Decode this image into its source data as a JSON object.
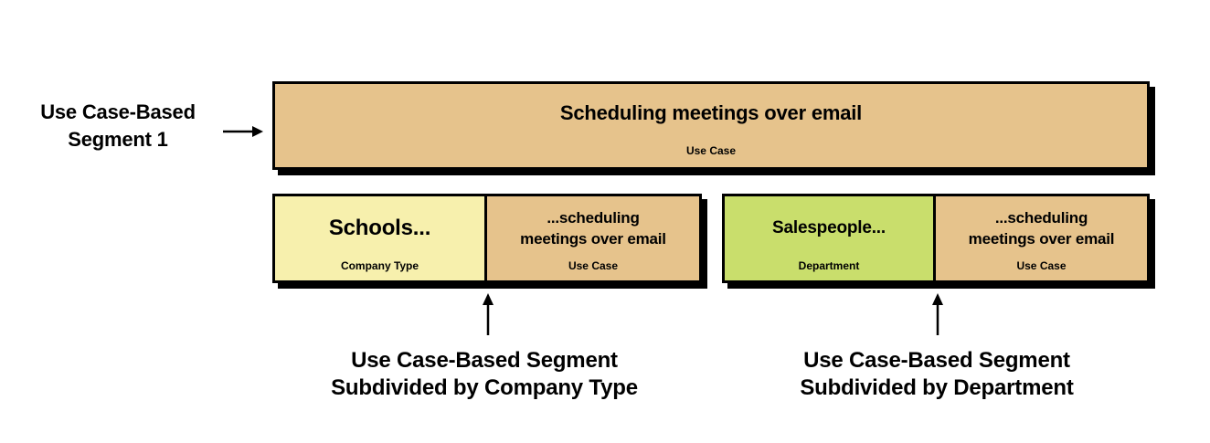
{
  "colors": {
    "background": "#ffffff",
    "use_case_fill": "#e6c38c",
    "company_type_fill": "#f7f0ad",
    "department_fill": "#c9de6c",
    "border": "#000000",
    "text": "#000000"
  },
  "segment1_label": {
    "lines": [
      "Use Case-Based",
      "Segment 1"
    ]
  },
  "top_box": {
    "title": "Scheduling meetings over email",
    "subtitle": "Use Case"
  },
  "left_pair": {
    "attribute_box": {
      "title": "Schools...",
      "subtitle": "Company Type"
    },
    "use_case_box": {
      "title_lines": [
        "...scheduling",
        "meetings over email"
      ],
      "subtitle": "Use Case"
    }
  },
  "right_pair": {
    "attribute_box": {
      "title": "Salespeople...",
      "subtitle": "Department"
    },
    "use_case_box": {
      "title_lines": [
        "...scheduling",
        "meetings over email"
      ],
      "subtitle": "Use Case"
    }
  },
  "bottom_labels": {
    "left": {
      "lines": [
        "Use Case-Based Segment",
        "Subdivided by Company Type"
      ]
    },
    "right": {
      "lines": [
        "Use Case-Based Segment",
        "Subdivided by Department"
      ]
    }
  },
  "icons": {
    "arrow_right": "arrow-right-icon",
    "arrow_up_left": "arrow-up-icon",
    "arrow_up_right": "arrow-up-icon"
  }
}
